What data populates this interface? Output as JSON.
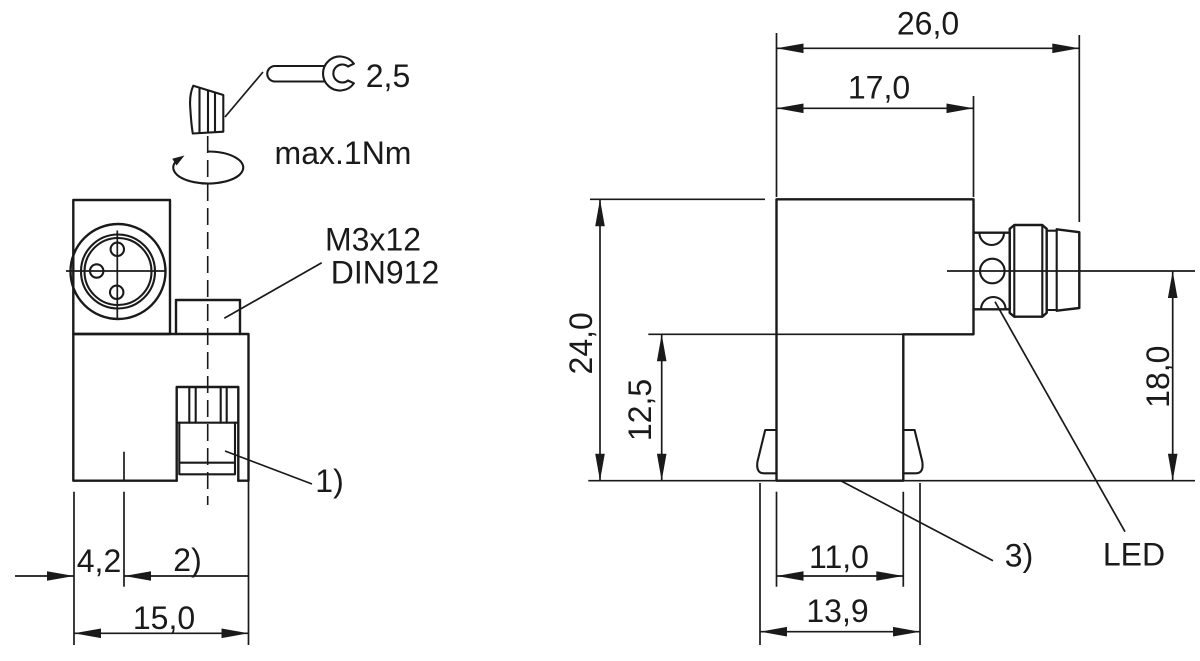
{
  "colors": {
    "ink": "#1a1a1a",
    "background": "#ffffff"
  },
  "front_view": {
    "wrench_size": "2,5",
    "torque_note": "max.1Nm",
    "screw_spec": "M3x12",
    "screw_standard": "DIN912",
    "footnote_1": "1)",
    "footnote_2": "2)",
    "dim_offset": "4,2",
    "dim_width": "15,0"
  },
  "side_view": {
    "dim_total_length": "26,0",
    "dim_head_length": "17,0",
    "dim_total_height": "24,0",
    "dim_lower_height": "12,5",
    "dim_connector_height": "18,0",
    "dim_slot_width": "11,0",
    "dim_base_width": "13,9",
    "footnote_3": "3)",
    "led_label": "LED"
  }
}
